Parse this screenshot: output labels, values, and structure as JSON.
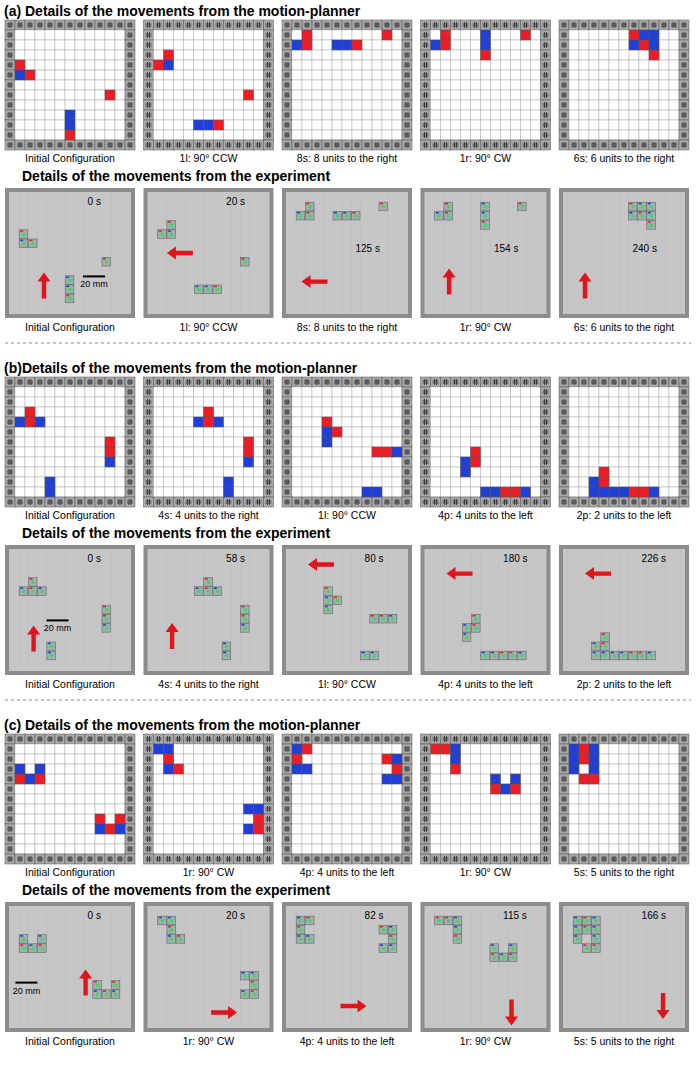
{
  "diagram": {
    "labels": [
      "(a) Details of the movements from the motion-planner",
      "Initial Configuration",
      "1l: 90° CCW",
      "8s: 8 units to the right",
      "1r: 90° CW",
      "6s: 6 units to the right",
      "Details of the movements from the experiment",
      "0 s",
      "20 mm",
      "20 s",
      "125 s",
      "154 s",
      "240 s",
      "Initial Configuration",
      "1l: 90° CCW",
      "8s: 8 units to the right",
      "1r: 90° CW",
      "6s: 6 units to the right",
      "(b)Details of the movements from the motion-planner",
      "Initial Configuration",
      "4s: 4 units to the right",
      "1l: 90° CCW",
      "4p: 4 units to the left",
      "2p: 2 units to the left",
      "Details of the movements from the experiment",
      "0 s",
      "20 mm",
      "58 s",
      "80 s",
      "180 s",
      "226 s",
      "Initial Configuration",
      "4s: 4 units to the right",
      "1l: 90° CCW",
      "4p: 4 units to the left",
      "2p: 2 units to the left",
      "(c) Details of the movements from the motion-planner",
      "Initial Configuration",
      "1r: 90° CW",
      "4p: 4 units to the left",
      "1r: 90° CW",
      "5s: 5 units to the right",
      "Details of the movements from the experiment",
      "0 s",
      "20 mm",
      "20 s",
      "82 s",
      "115 s",
      "166 s",
      "Initial Configuration",
      "1r: 90° CW",
      "4p: 4 units to the left",
      "1r: 90° CW",
      "5s: 5 units to the right"
    ]
  }
}
